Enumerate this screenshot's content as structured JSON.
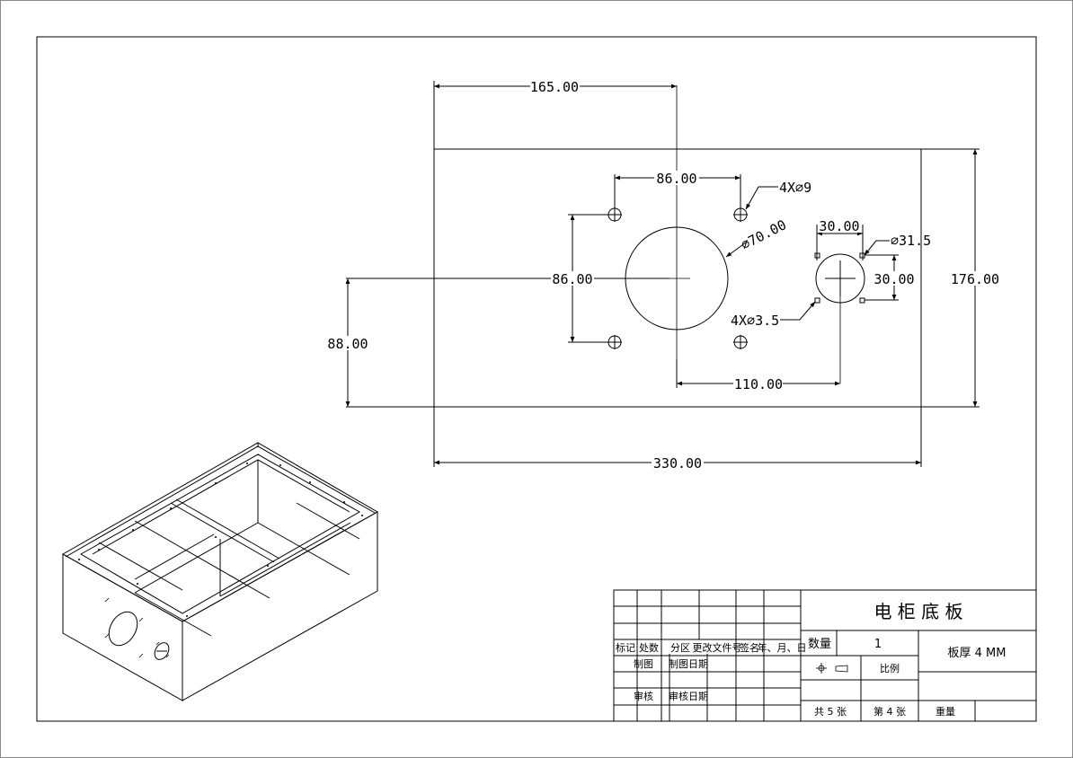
{
  "drawing": {
    "dimensions": {
      "d165": "165.00",
      "d86_top": "86.00",
      "hole_4x9": "4X⌀9",
      "d30_top": "30.00",
      "dia31_5": "⌀31.5",
      "dia70": "⌀70.00",
      "d86_left": "86.00",
      "d30_right": "30.00",
      "d176": "176.00",
      "d88": "88.00",
      "hole_4x3_5": "4X⌀3.5",
      "d110": "110.00",
      "d330": "330.00"
    }
  },
  "title_block": {
    "part_name": "电 柜 底 板",
    "qty_label": "数量",
    "qty_value": "1",
    "thickness": "板厚 4 MM",
    "scale_label": "比例",
    "total_sheets": "共 5 张",
    "sheet_no": "第 4 张",
    "weight_label": "重量",
    "rev_headers": [
      "标记",
      "处数",
      "分区",
      "更改文件号",
      "签名",
      "年、月、日"
    ],
    "drawn_by": "制图",
    "drawn_date": "制图日期",
    "checked_by": "审核",
    "checked_date": "审核日期"
  }
}
